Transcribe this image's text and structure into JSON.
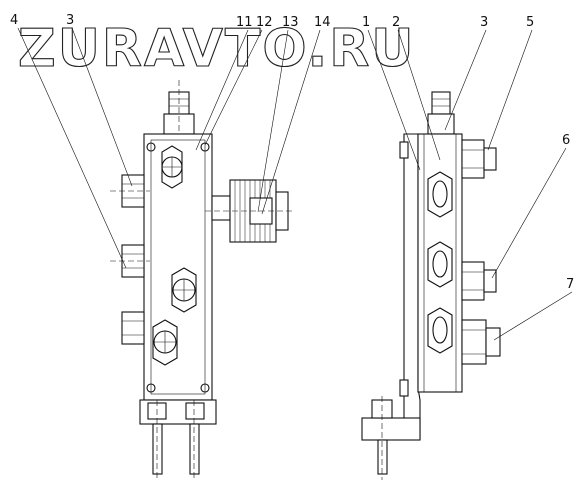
{
  "watermark": "ZURAVTO.RU",
  "callouts_left": [
    "4",
    "3",
    "11",
    "12",
    "13",
    "14"
  ],
  "callouts_right": [
    "1",
    "2",
    "3",
    "5",
    "6",
    "7"
  ]
}
